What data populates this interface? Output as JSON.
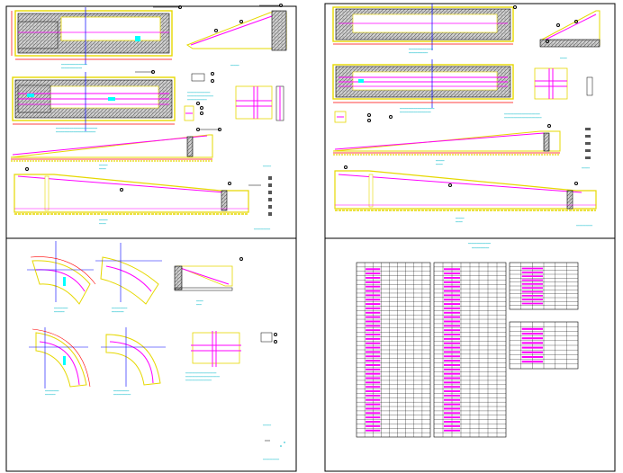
{
  "drawing": {
    "title": "",
    "panels": [
      {
        "id": "top-left",
        "content": "plans-sections"
      },
      {
        "id": "top-right",
        "content": "plans-sections"
      },
      {
        "id": "bottom-left",
        "content": "curved-details"
      },
      {
        "id": "bottom-right",
        "content": "bar-schedules"
      }
    ]
  },
  "colors": {
    "frame": "#000000",
    "outline": "#e6d800",
    "rebar": "#ff00ff",
    "dimension": "#ff0000",
    "axis": "#0000ff",
    "text": "#00c8d8",
    "fill_cyan": "#00ffff"
  },
  "schedules": [
    {
      "name": "table-main-left",
      "rows": 40,
      "cols": 9
    },
    {
      "name": "table-main-middle",
      "rows": 40,
      "cols": 8
    },
    {
      "name": "table-small-top",
      "rows": 12,
      "cols": 6
    },
    {
      "name": "table-small-bottom",
      "rows": 10,
      "cols": 6
    }
  ]
}
